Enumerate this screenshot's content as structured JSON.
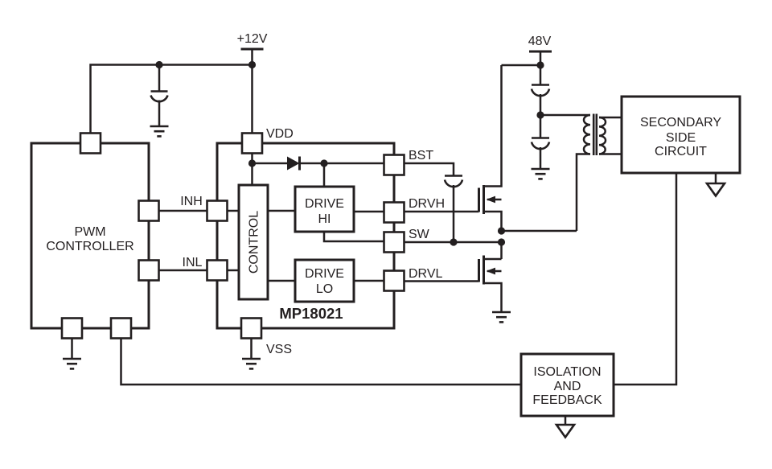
{
  "colors": {
    "ink": "#231f20",
    "background": "#ffffff"
  },
  "rails": {
    "v12": "+12V",
    "v48": "48V"
  },
  "pins": {
    "vdd": "VDD",
    "vss": "VSS",
    "inh": "INH",
    "inl": "INL",
    "bst": "BST",
    "drvh": "DRVH",
    "sw": "SW",
    "drvl": "DRVL"
  },
  "blocks": {
    "pwm_controller": {
      "line1": "PWM",
      "line2": "CONTROLLER"
    },
    "gate_driver": {
      "part_number": "MP18021"
    },
    "control": {
      "label": "CONTROL"
    },
    "drive_hi": {
      "line1": "DRIVE",
      "line2": "HI"
    },
    "drive_lo": {
      "line1": "DRIVE",
      "line2": "LO"
    },
    "secondary_side": {
      "line1": "SECONDARY",
      "line2": "SIDE",
      "line3": "CIRCUIT"
    },
    "isolation_feedback": {
      "line1": "ISOLATION",
      "line2": "AND",
      "line3": "FEEDBACK"
    }
  }
}
